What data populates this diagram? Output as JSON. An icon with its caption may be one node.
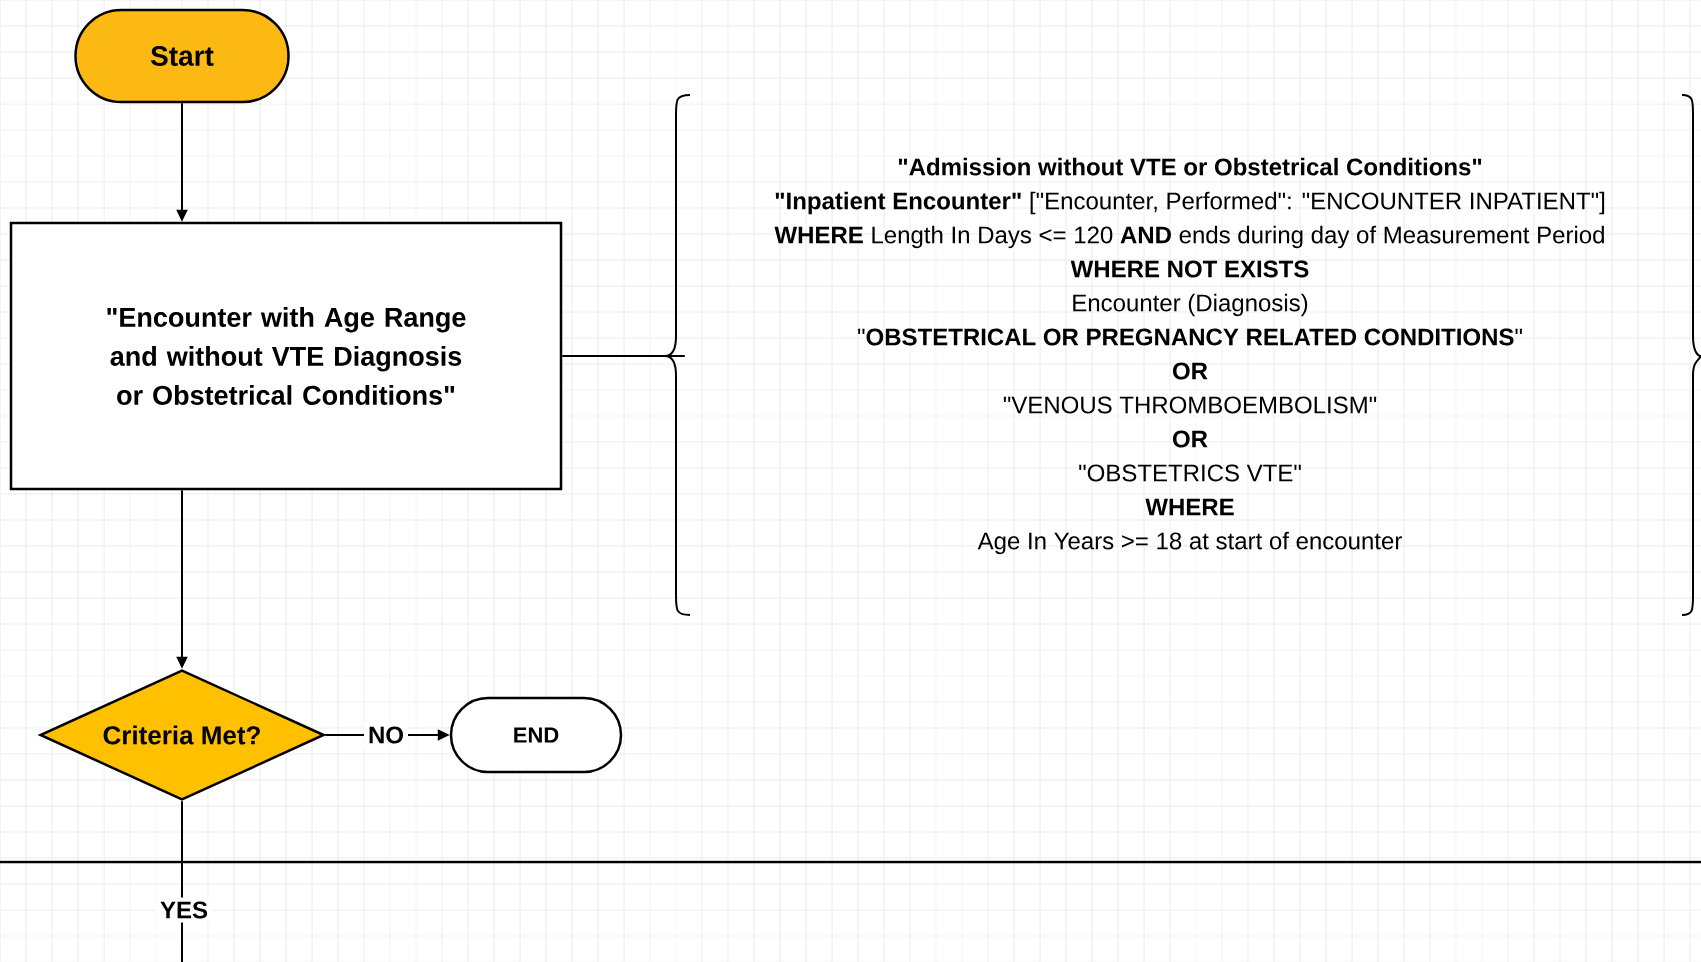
{
  "diagram": {
    "nodes": [
      {
        "text": [
          "Start"
        ]
      },
      {
        "text": [
          "\"Encounter with Age Range and without VTE Diagnosis or Obstetrical Conditions\""
        ]
      },
      {
        "text": [
          "\"Admission without VTE or Obstetrical Conditions\"",
          "**\"Inpatient Encounter\"** [\"Encounter, Performed\": \"ENCOUNTER INPATIENT\"]",
          "**WHERE** Length In Days <= 120 **AND** ends during day of Measurement Period",
          "WHERE NOT EXISTS",
          "Encounter (Diagnosis)",
          "\"**OBSTETRICAL OR PREGNANCY RELATED CONDITIONS**\"",
          "OR",
          "\"VENOUS THROMBOEMBOLISM\"",
          "OR",
          "\"OBSTETRICS VTE\"",
          "WHERE",
          "Age In Years >= 18 at start of encounter"
        ]
      },
      {
        "text": [
          "Criteria Met?"
        ]
      },
      {
        "text": [
          "END"
        ]
      }
    ],
    "edges": [
      {
        "from": 0,
        "to": 1,
        "arrow": "to"
      },
      {
        "from": 1,
        "to": 2,
        "arrow": "none"
      },
      {
        "from": 1,
        "to": 3,
        "arrow": "to"
      },
      {
        "from": 3,
        "to": 4,
        "arrow": "to",
        "label": "NO"
      },
      {
        "from": 3,
        "to": null,
        "arrow": "none",
        "label": "YES"
      }
    ]
  }
}
